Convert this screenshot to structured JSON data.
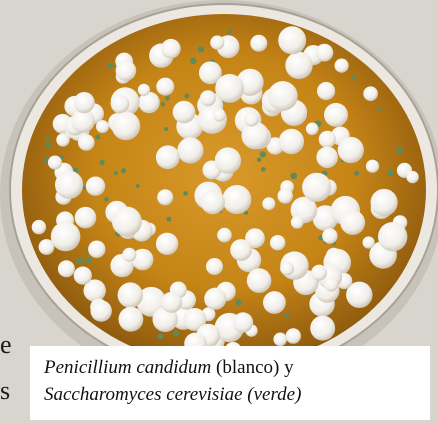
{
  "caption": {
    "line1_species": "Penicillium candidum",
    "line1_rest": " (blanco) y",
    "line2_species": "Saccharomyces cerevisiae (verde)"
  },
  "edge_text": {
    "char1": "e",
    "char2": "s"
  },
  "colors": {
    "agar": "#c98a1c",
    "colony_white": "#f4f2ee",
    "colony_green": "#5f8a5a",
    "background": "#d9d6cf"
  }
}
